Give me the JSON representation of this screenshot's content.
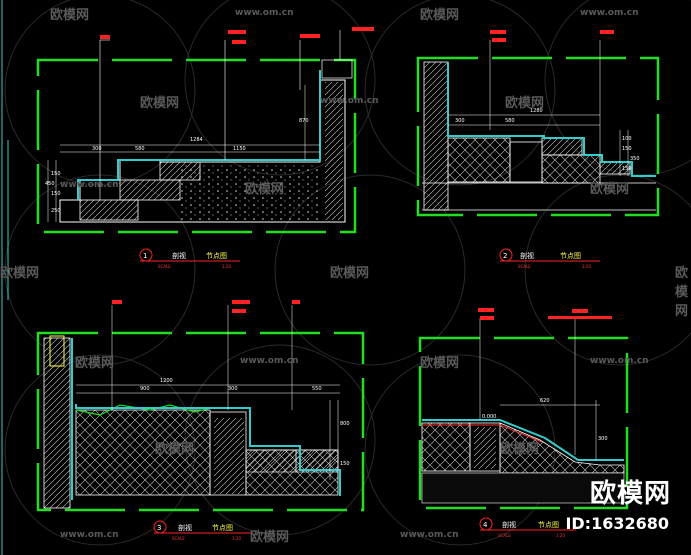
{
  "watermark": {
    "brand": "欧模网",
    "site": "www.om.cn",
    "id_label": "ID:1632680"
  },
  "panels": [
    {
      "title": "剖视",
      "subtitle": "节点图",
      "number": "1",
      "scale_left": "SCALE",
      "scale_right": "1:20",
      "dims": [
        "1284",
        "1150",
        "300",
        "580",
        "870",
        "150",
        "150",
        "450",
        "250"
      ]
    },
    {
      "title": "剖视",
      "subtitle": "节点图",
      "number": "2",
      "scale_left": "SCALE",
      "scale_right": "1:20",
      "dims": [
        "1280",
        "580",
        "300",
        "100",
        "150",
        "350",
        "150"
      ]
    },
    {
      "title": "剖视",
      "subtitle": "节点图",
      "number": "3",
      "scale_left": "SCALE",
      "scale_right": "1:20",
      "dims": [
        "1200",
        "900",
        "300",
        "550",
        "800",
        "150"
      ]
    },
    {
      "title": "剖视",
      "subtitle": "节点图",
      "number": "4",
      "scale_left": "SCALE",
      "scale_right": "1:20",
      "dims": [
        "620",
        "300",
        "0.000"
      ]
    }
  ],
  "colors": {
    "frame": "#22dd22",
    "line": "#ffffff",
    "accent": "#33cccc",
    "tag": "#ff2222",
    "hatch": "#cfcfcf"
  }
}
